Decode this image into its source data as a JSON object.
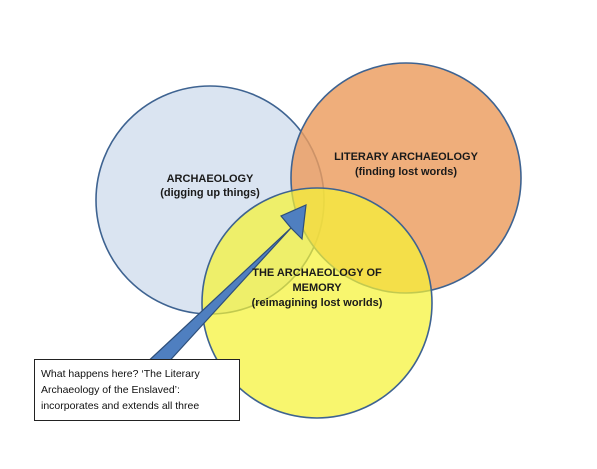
{
  "colors": {
    "archaeology_fill": "#d6e1ef",
    "literary_fill": "#eb9c5e",
    "memory_fill": "#f5f236",
    "circle_stroke": "#3e6391",
    "arrow_fill": "#4f7fc0",
    "arrow_stroke": "#2e4f7a"
  },
  "circles": {
    "archaeology": {
      "title": "ARCHAEOLOGY",
      "subtitle": "(digging up things)"
    },
    "literary": {
      "title": "LITERARY ARCHAEOLOGY",
      "subtitle": "(finding lost  words)"
    },
    "memory": {
      "title_line1": "THE ARCHAEOLOGY OF",
      "title_line2": "MEMORY",
      "subtitle": "(reimagining lost worlds)"
    }
  },
  "callout": {
    "line1": "What happens here? ‘The Literary",
    "line2": "Archaeology of the Enslaved’:",
    "line3": "incorporates and extends all three"
  }
}
